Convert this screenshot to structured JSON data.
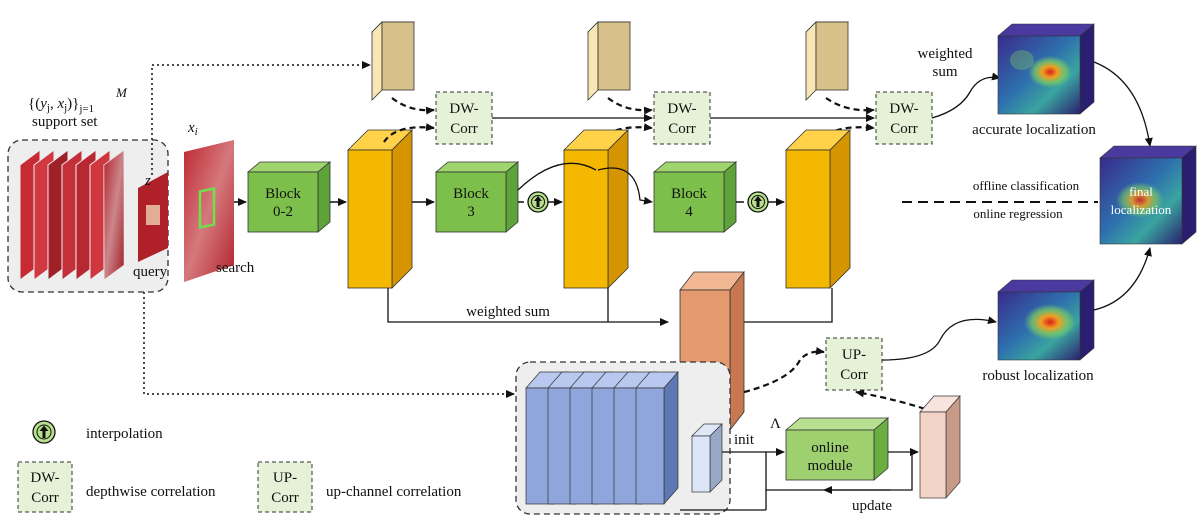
{
  "support": {
    "formula_open": "{(",
    "y": "y",
    "y_sub": "j",
    "comma": ", ",
    "x": "x",
    "x_sub": "j",
    "formula_close": ")}",
    "upper": "M",
    "lower": "j=1",
    "label": "support set"
  },
  "query": {
    "label": "query",
    "symbol": "z"
  },
  "search": {
    "label": "search",
    "symbol": "x",
    "symbol_sub": "i"
  },
  "blocks": [
    {
      "line1": "Block",
      "line2": "0-2"
    },
    {
      "line1": "Block",
      "line2": "3"
    },
    {
      "line1": "Block",
      "line2": "4"
    }
  ],
  "dw_corr": [
    {
      "line1": "DW-",
      "line2": "Corr"
    },
    {
      "line1": "DW-",
      "line2": "Corr"
    },
    {
      "line1": "DW-",
      "line2": "Corr"
    }
  ],
  "up_corr": {
    "line1": "UP-",
    "line2": "Corr"
  },
  "labels": {
    "weighted_sum_top_1": "weighted",
    "weighted_sum_top_2": "sum",
    "weighted_sum_mid": "weighted sum",
    "accurate": "accurate localization",
    "robust": "robust localization",
    "offline": "offline classification",
    "online": "online regression",
    "final_1": "final",
    "final_2": "localization",
    "online_module_1": "online",
    "online_module_2": "module",
    "lambda": "Λ",
    "init": "init",
    "update": "update"
  },
  "legend": {
    "interp": "interpolation",
    "dw_line1": "DW-",
    "dw_line2": "Corr",
    "dw_desc": "depthwise correlation",
    "up_line1": "UP-",
    "up_line2": "Corr",
    "up_desc": "up-channel correlation"
  },
  "colors": {
    "block_green": "#7cc04b",
    "feature_yellow": "#f5b800",
    "template_tan": "#d8c08a",
    "corr_fill": "#e6f2d8",
    "salmon": "#e49a6e",
    "blue_layer": "#8ea6dc",
    "pink": "#f2d3c6"
  }
}
